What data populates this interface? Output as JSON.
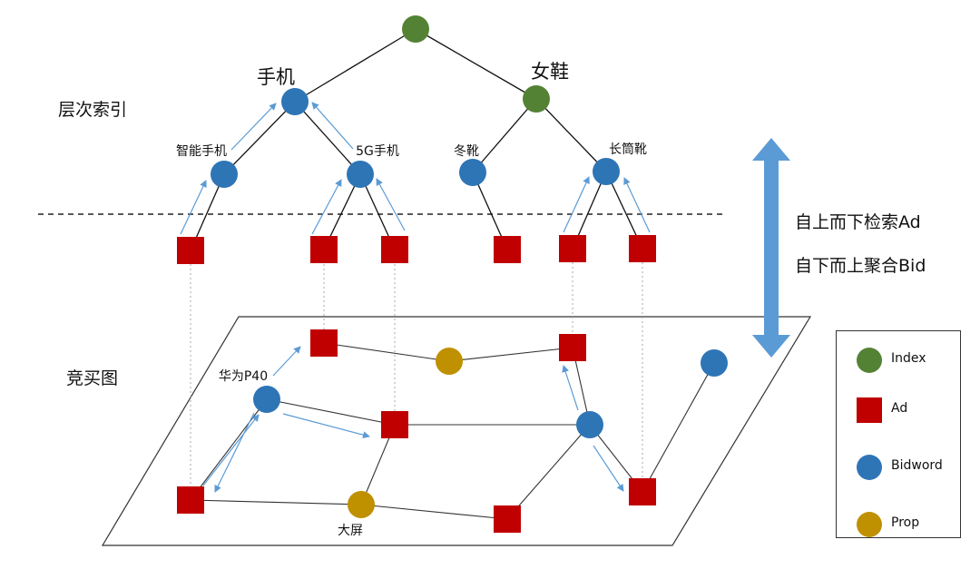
{
  "labels": {
    "hierarchy_index": "层次索引",
    "bidding_graph": "竞买图",
    "top_down": "自上而下检索Ad",
    "bottom_up": "自下而上聚合Bid"
  },
  "colors": {
    "index": "#548235",
    "ad": "#c00000",
    "bidword": "#2e75b6",
    "prop": "#bf9000",
    "arrow": "#5b9bd5"
  },
  "legend": [
    {
      "label": "Index",
      "shape": "circle",
      "color": "#548235"
    },
    {
      "label": "Ad",
      "shape": "square",
      "color": "#c00000"
    },
    {
      "label": "Bidword",
      "shape": "circle",
      "color": "#2e75b6"
    },
    {
      "label": "Prop",
      "shape": "circle",
      "color": "#bf9000"
    }
  ],
  "tree_labels": {
    "phone": "手机",
    "womens_shoes": "女鞋",
    "smartphone": "智能手机",
    "phone_5g": "5G手机",
    "winter_boots": "冬靴",
    "long_boots": "长筒靴"
  },
  "graph_labels": {
    "huawei_p40": "华为P40",
    "big_screen": "大屏"
  },
  "nodes": {
    "root": {
      "kind": "index"
    },
    "phone": {
      "kind": "bidword"
    },
    "womens_shoes": {
      "kind": "index"
    },
    "smartphone": {
      "kind": "bidword"
    },
    "phone_5g": {
      "kind": "bidword"
    },
    "winter_boots": {
      "kind": "bidword"
    },
    "long_boots": {
      "kind": "bidword"
    }
  }
}
